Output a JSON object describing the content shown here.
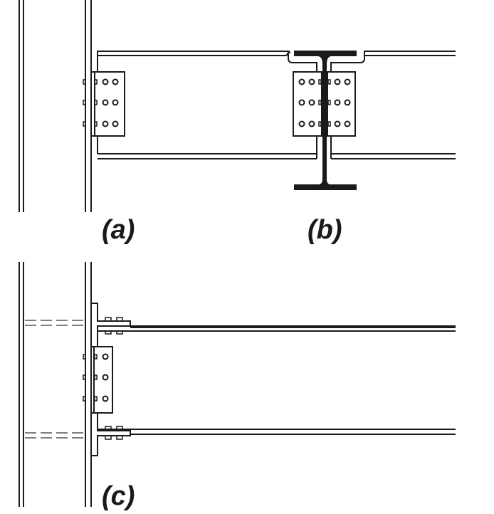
{
  "labels": {
    "a": "(a)",
    "b": "(b)",
    "c": "(c)"
  },
  "colors": {
    "line": "#1a1a1a",
    "dash": "#555555",
    "background": "#ffffff"
  }
}
